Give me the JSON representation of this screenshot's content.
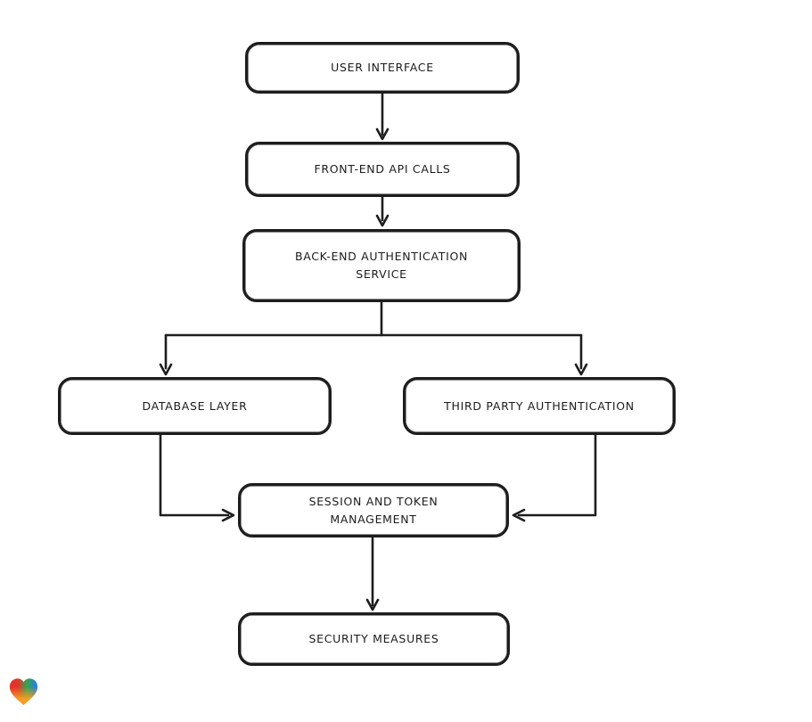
{
  "page": {
    "background": "#ffffff"
  },
  "diagram": {
    "type": "flowchart",
    "style": "hand-drawn",
    "stroke_color": "#1d1d1d",
    "node_fill": "#ffffff",
    "text_color": "#1c1c1c",
    "nodes": [
      {
        "id": "user-interface",
        "label": "USER INTERFACE"
      },
      {
        "id": "front-end-api-calls",
        "label": "FRONT-END API CALLS"
      },
      {
        "id": "back-end-authentication-service",
        "label": "BACK-END AUTHENTICATION SERVICE"
      },
      {
        "id": "database-layer",
        "label": "DATABASE LAYER"
      },
      {
        "id": "third-party-authentication",
        "label": "THIRD PARTY AUTHENTICATION"
      },
      {
        "id": "session-and-token-management",
        "label": "SESSION AND TOKEN MANAGEMENT"
      },
      {
        "id": "security-measures",
        "label": "SECURITY MEASURES"
      }
    ],
    "edges": [
      {
        "from": "user-interface",
        "to": "front-end-api-calls"
      },
      {
        "from": "front-end-api-calls",
        "to": "back-end-authentication-service"
      },
      {
        "from": "back-end-authentication-service",
        "to": "database-layer"
      },
      {
        "from": "back-end-authentication-service",
        "to": "third-party-authentication"
      },
      {
        "from": "database-layer",
        "to": "session-and-token-management"
      },
      {
        "from": "third-party-authentication",
        "to": "session-and-token-management"
      },
      {
        "from": "session-and-token-management",
        "to": "security-measures"
      }
    ]
  },
  "branding": {
    "logo_icon": "heart-icon",
    "logo_colors": [
      "#e5332b",
      "#f59e24",
      "#2fa84f",
      "#2e7fd1"
    ]
  }
}
